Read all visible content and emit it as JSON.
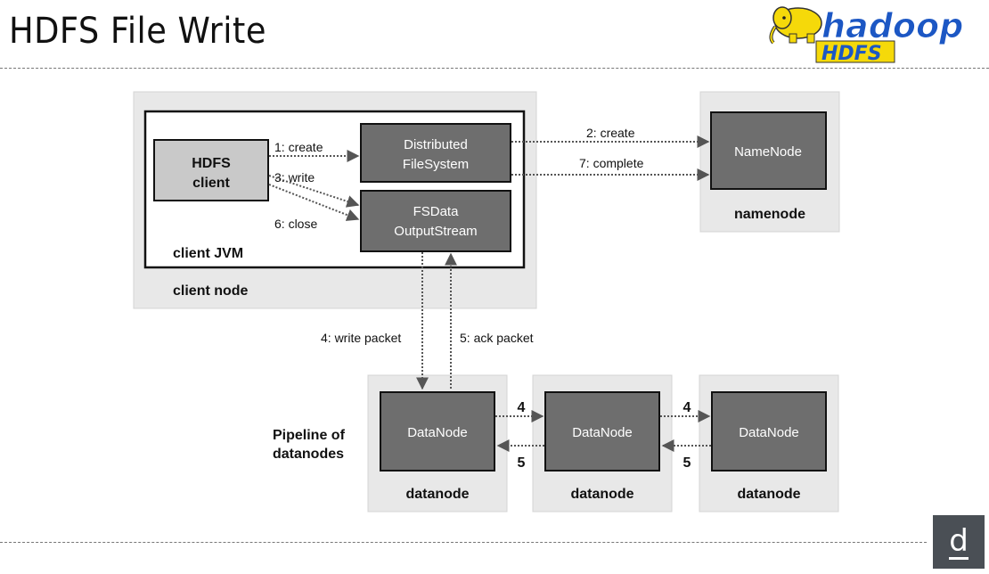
{
  "slide": {
    "title": "HDFS File Write"
  },
  "logo": {
    "word": "hadoop",
    "sub": "HDFS"
  },
  "diagram": {
    "nodes": {
      "hdfs_client_1": "HDFS",
      "hdfs_client_2": "client",
      "dfs_1": "Distributed",
      "dfs_2": "FileSystem",
      "fsdata_1": "FSData",
      "fsdata_2": "OutputStream",
      "namenode": "NameNode",
      "datanode_1": "DataNode",
      "datanode_2": "DataNode",
      "datanode_3": "DataNode"
    },
    "containers": {
      "client_jvm": "client JVM",
      "client_node": "client node",
      "namenode": "namenode",
      "datanode_1": "datanode",
      "datanode_2": "datanode",
      "datanode_3": "datanode"
    },
    "pipeline_label_1": "Pipeline of",
    "pipeline_label_2": "datanodes",
    "edges": {
      "create_1": "1: create",
      "create_2": "2: create",
      "write_3": "3: write",
      "write_packet_4": "4: write packet",
      "ack_packet_5": "5: ack packet",
      "close_6": "6: close",
      "complete_7": "7: complete",
      "pipe_fwd_a": "4",
      "pipe_back_a": "5",
      "pipe_fwd_b": "4",
      "pipe_back_b": "5"
    }
  },
  "badge": {
    "letter": "d"
  },
  "colors": {
    "node_dark": "#6e6e6e",
    "node_light": "#c9c9c9",
    "container": "#e8e8e8",
    "logo_yellow": "#f5d90a",
    "logo_blue": "#1c57c4"
  }
}
